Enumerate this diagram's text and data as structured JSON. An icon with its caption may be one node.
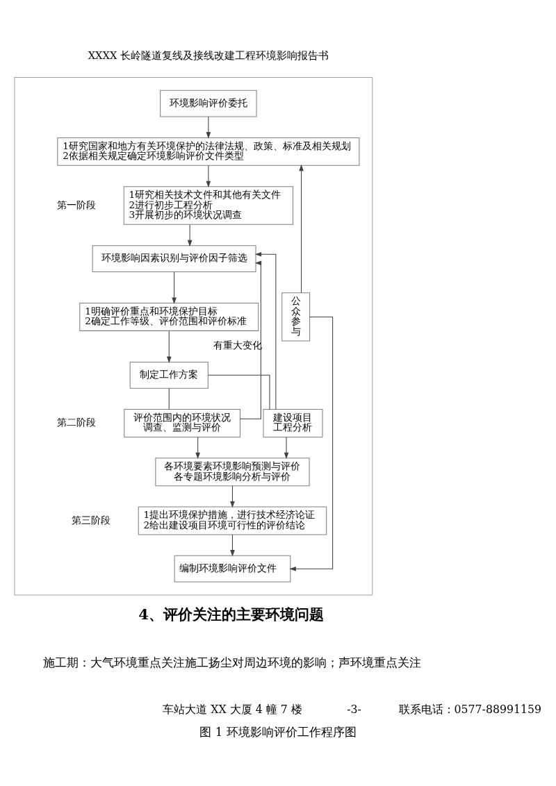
{
  "diagram": {
    "caption": "图 1 环境影响评价工作程序图",
    "nodes": [
      {
        "text": [],
        "shape": "box"
      },
      {
        "text": [
          "环境影响评价委托"
        ],
        "in": 0
      },
      {
        "text": [
          "1研究国家和地方有关环境保护的法律法规、政策、标准及相关规划",
          "2依据相关规定确定环境影响评价文件类型"
        ],
        "in": 0
      },
      {
        "text": [
          "1研究相关技术文件和其他有关文件",
          "2进行初步工程分析",
          "3开展初步的环境状况调查"
        ],
        "in": 0
      },
      {
        "text": [
          "环境影响因素识别与评价因子筛选"
        ],
        "in": 0
      },
      {
        "text": [
          "1明确评价重点和环境保护目标",
          "2确定工作等级、评价范围和评价标准"
        ],
        "in": 0
      },
      {
        "text": [
          "制定工作方案"
        ],
        "in": 0
      },
      {
        "text": [
          "评价范围内的环境状况调查、监测与评价"
        ],
        "in": 0
      },
      {
        "text": [
          "建设项目工程分析"
        ],
        "in": 0
      },
      {
        "text": [
          "各环境要素环境影响预测与评价",
          "各专题环境影响分析与评价"
        ],
        "in": 0
      },
      {
        "text": [
          "1提出环境保护措施，进行技术经济论证",
          "2给出建设项目环境可行性的评价结论"
        ],
        "in": 0
      },
      {
        "text": [
          "编制环境影响评价文件"
        ],
        "in": 0
      },
      {
        "text": [
          "公众参与"
        ],
        "in": 0
      }
    ],
    "edges": [
      {
        "from": 1,
        "to": 2,
        "arrow": "to"
      },
      {
        "from": 12,
        "to": 2,
        "arrow": "to"
      },
      {
        "from": 2,
        "to": 3,
        "arrow": "to"
      },
      {
        "from": 3,
        "to": 4,
        "arrow": "to"
      },
      {
        "from": 4,
        "to": 5,
        "arrow": "to"
      },
      {
        "from": 5,
        "to": 6,
        "arrow": "to"
      },
      {
        "from": 6,
        "to": 7,
        "arrow": "none"
      },
      {
        "from": 6,
        "to": 8,
        "arrow": "none"
      },
      {
        "from": 7,
        "to": 9,
        "arrow": "to"
      },
      {
        "from": 8,
        "to": 9,
        "arrow": "to"
      },
      {
        "from": 7,
        "to": 4,
        "arrow": "to",
        "label": "有重大变化"
      },
      {
        "from": 8,
        "to": 4,
        "arrow": "to"
      },
      {
        "from": 9,
        "to": 10,
        "arrow": "to"
      },
      {
        "from": 10,
        "to": 11,
        "arrow": "to"
      },
      {
        "from": 12,
        "to": 11,
        "arrow": "to"
      }
    ],
    "labels": [
      "XXXX 长岭隧道复线及接线改建工程环境影响报告书",
      "第一阶段",
      "第二阶段",
      "第三阶段",
      "4、评价关注的主要环境问题",
      "施工期：大气环境重点关注施工扬尘对周边环境的影响；声环境重点关注",
      "车站大道 XX 大厦 4 幢 7 楼",
      "-3-",
      "联系电话：0577-88991159"
    ]
  }
}
